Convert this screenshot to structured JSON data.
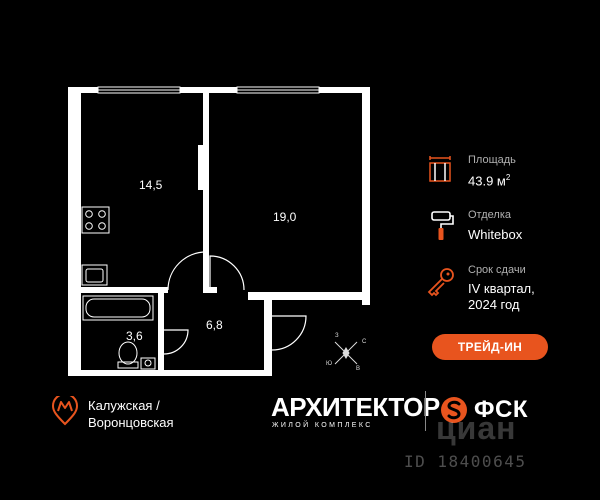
{
  "rooms": {
    "living_area": "14,5",
    "bedroom_area": "19,0",
    "bathroom_area": "3,6",
    "hall_area": "6,8"
  },
  "info": {
    "area_label": "Площадь",
    "area_value": "43.9 м",
    "area_sup": "2",
    "finish_label": "Отделка",
    "finish_value": "Whitebox",
    "deadline_label": "Срок сдачи",
    "deadline_line1": "IV квартал,",
    "deadline_line2": "2024 год",
    "icons": [
      "area-icon",
      "paint-roller-icon",
      "key-icon"
    ]
  },
  "trade_in": {
    "label": "ТРЕЙД-ИН",
    "color": "#e8541e"
  },
  "compass": {
    "n": "З",
    "e": "С",
    "s": "В",
    "w": "Ю"
  },
  "metro": {
    "line1": "Калужская /",
    "line2": "Воронцовская",
    "icon": "metro-icon",
    "color": "#e8541e"
  },
  "brand": {
    "name": "АРХИТЕКТОР",
    "tagline": "ЖИЛОЙ КОМПЛЕКС",
    "developer": "ФСК"
  },
  "watermark": {
    "site": "циан",
    "id": "ID 18400645"
  }
}
